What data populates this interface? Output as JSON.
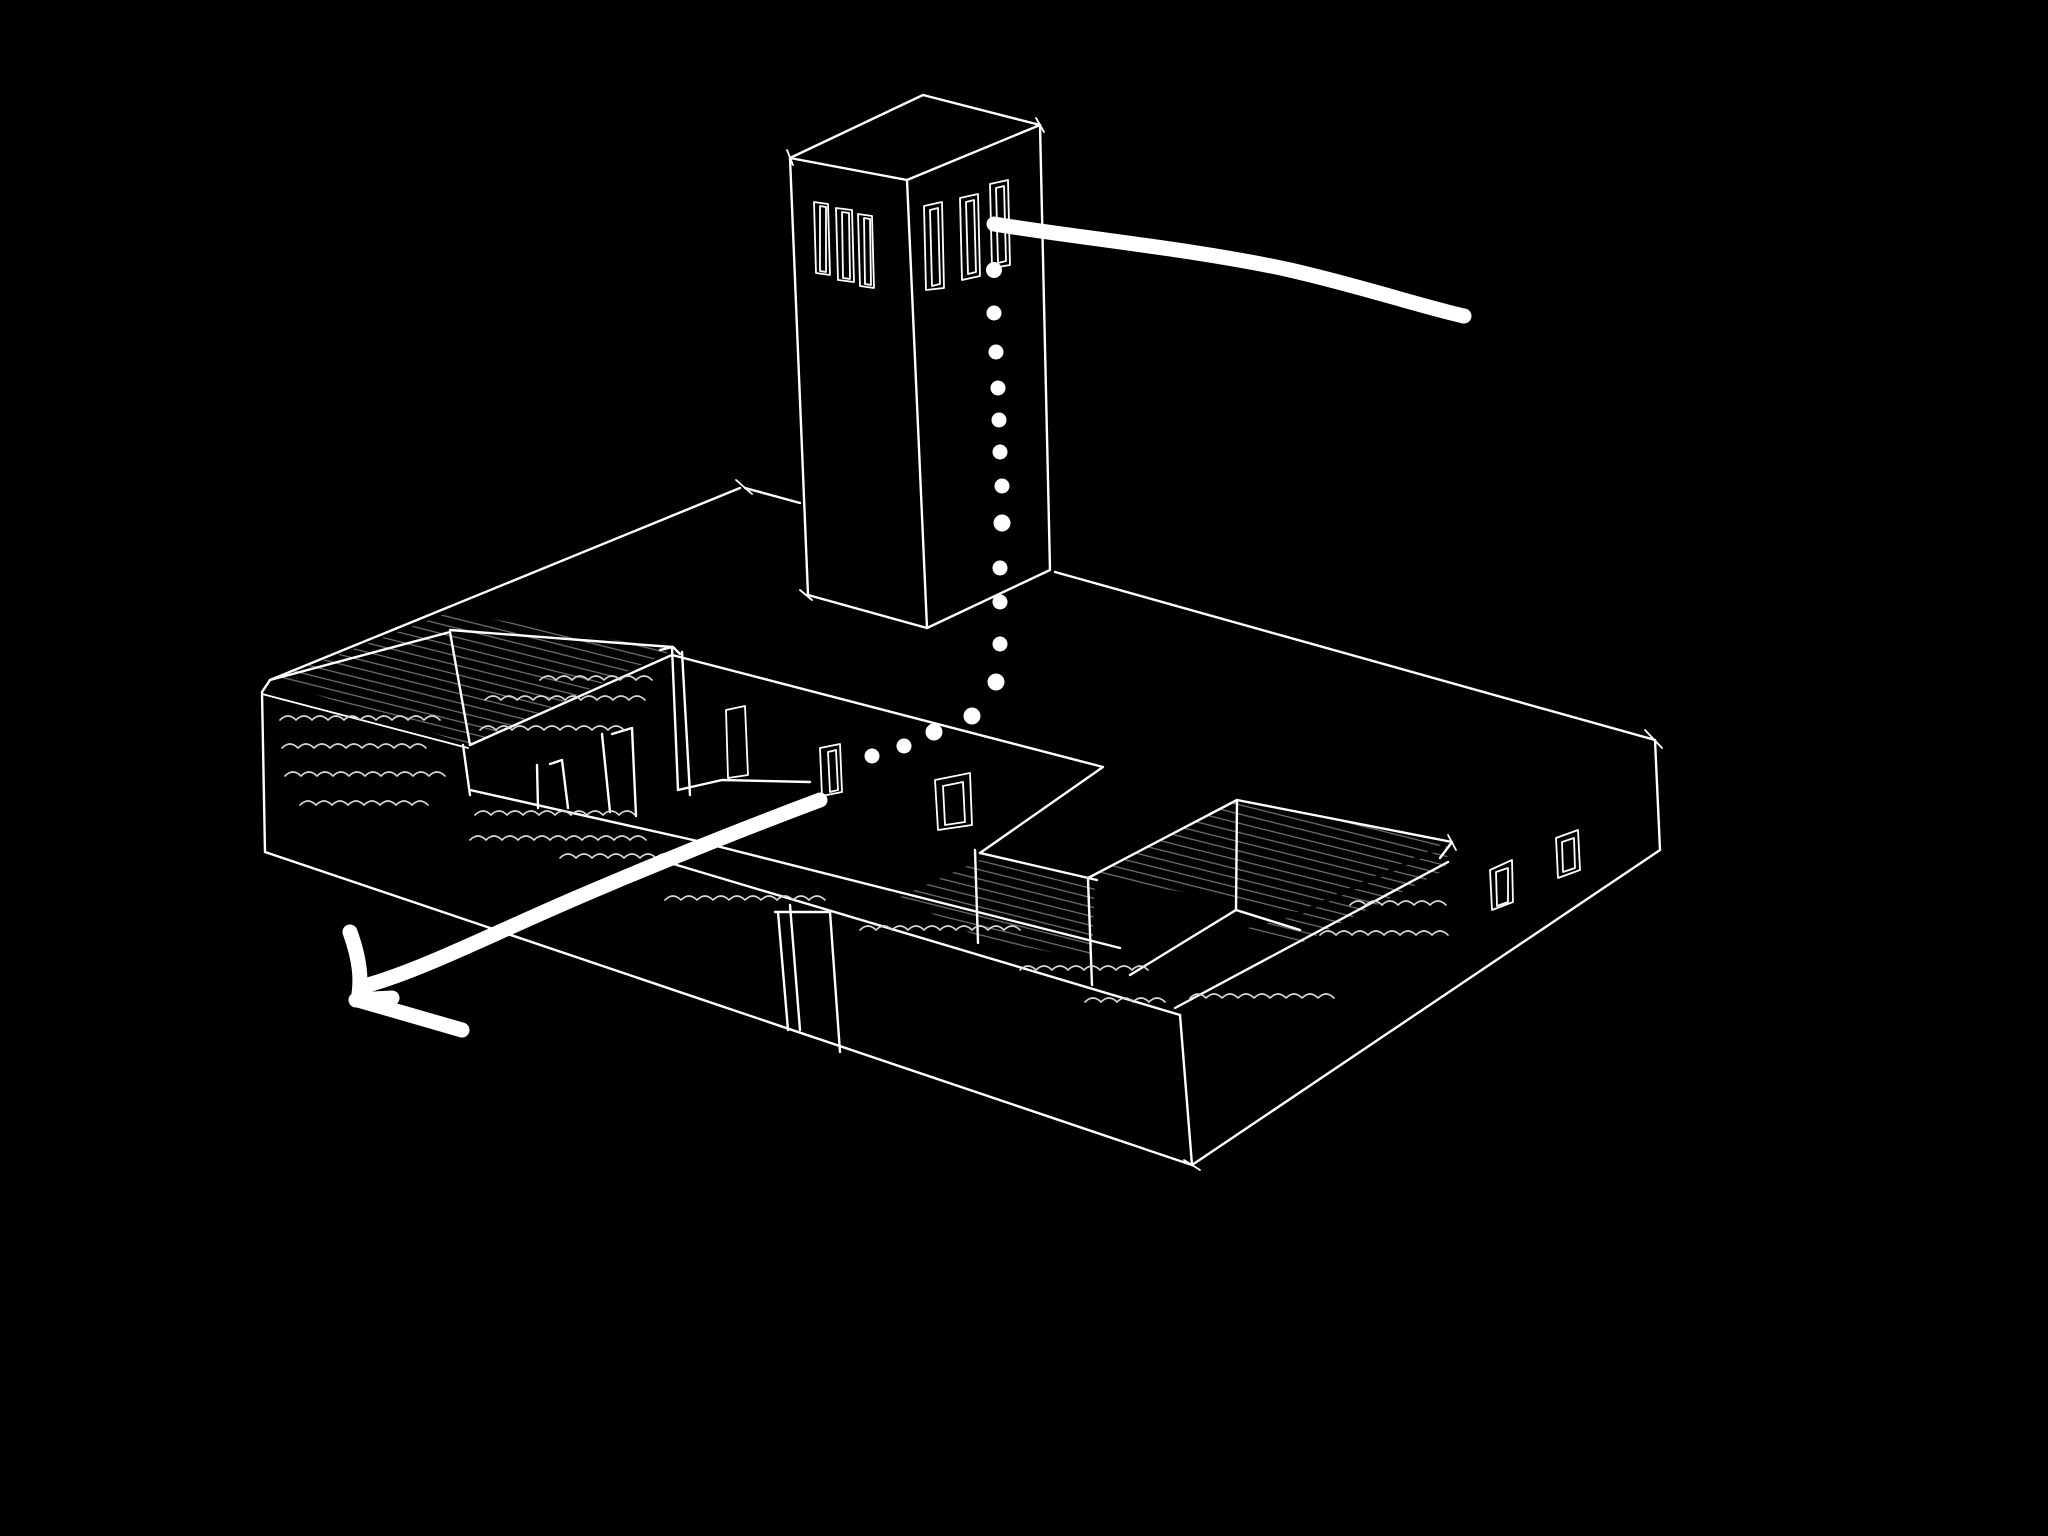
{
  "canvas": {
    "background": "#000000",
    "ink": "#ffffff"
  },
  "drawing": {
    "kind": "hand-drawn axonometric sketch",
    "parts": [
      "tower",
      "courtyard-building",
      "shaded-roofs",
      "airflow-arrows"
    ]
  }
}
